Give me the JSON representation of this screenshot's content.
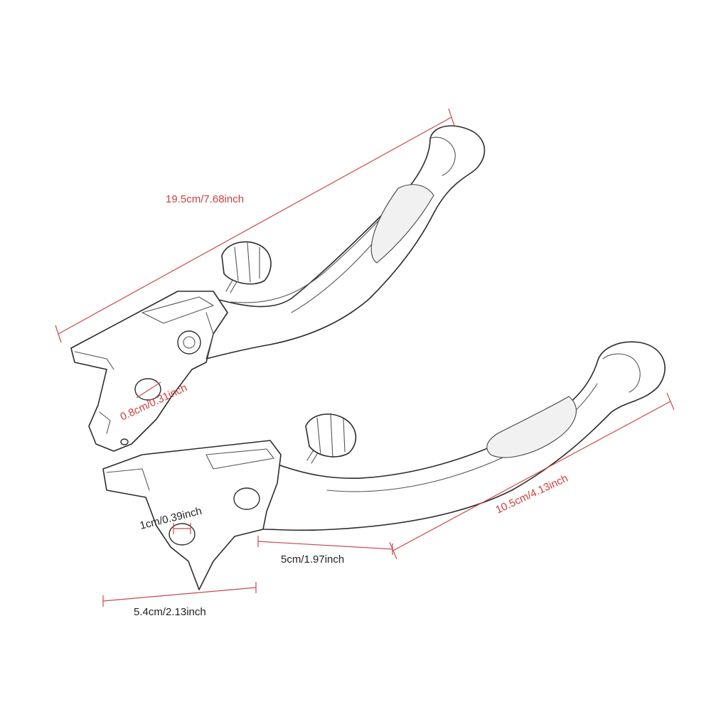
{
  "colors": {
    "dimension": "#d23c3c",
    "outline": "#2b2b2b",
    "background": "#ffffff"
  },
  "parts": [
    "brake-lever",
    "clutch-lever"
  ],
  "dimensions": {
    "overall_length": "19.5cm/7.68inch",
    "small_hole": "0.8cm/0.31inch",
    "lower_blade_length": "10.5cm/4.13inch",
    "large_hole": "1cm/0.39inch",
    "pivot_to_bend": "5cm/1.97inch",
    "mount_width": "5.4cm/2.13inch"
  }
}
